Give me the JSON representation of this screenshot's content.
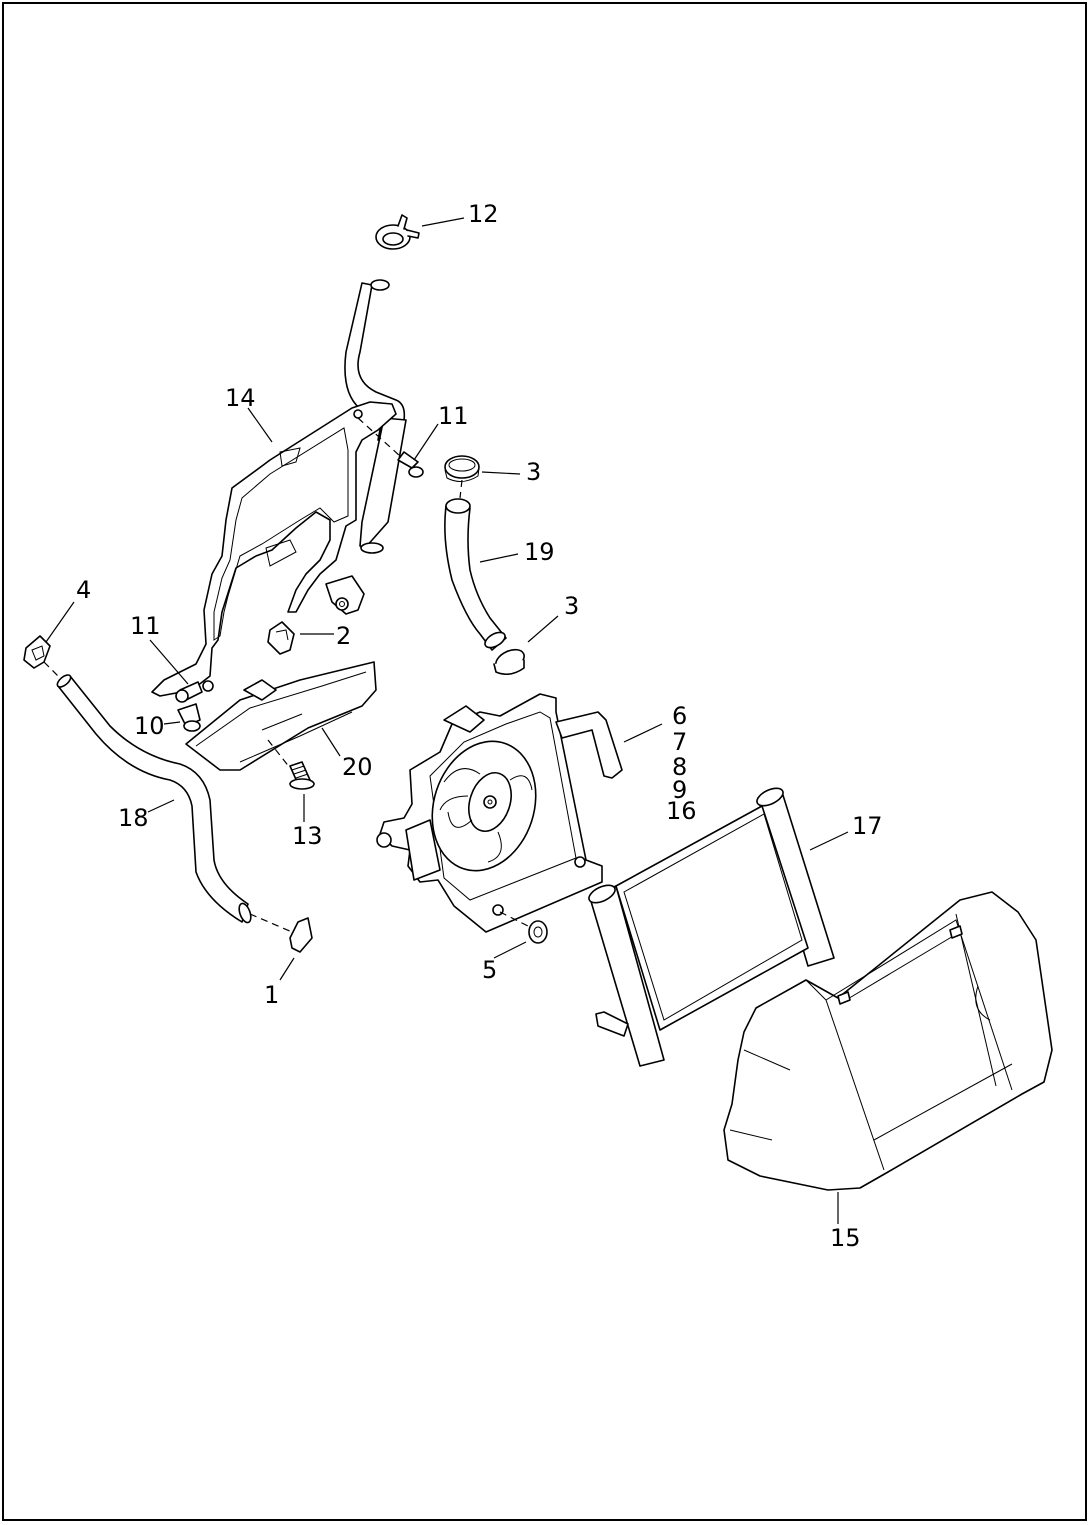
{
  "callouts": {
    "c1": "1",
    "c2": "2",
    "c3a": "3",
    "c3b": "3",
    "c4": "4",
    "c5": "5",
    "c6": "6",
    "c7": "7",
    "c8": "8",
    "c9": "9",
    "c16": "16",
    "c10": "10",
    "c11a": "11",
    "c11b": "11",
    "c12": "12",
    "c13": "13",
    "c14": "14",
    "c15": "15",
    "c17": "17",
    "c18": "18",
    "c19": "19",
    "c20": "20"
  },
  "colors": {
    "line": "#000000",
    "background": "#ffffff"
  }
}
